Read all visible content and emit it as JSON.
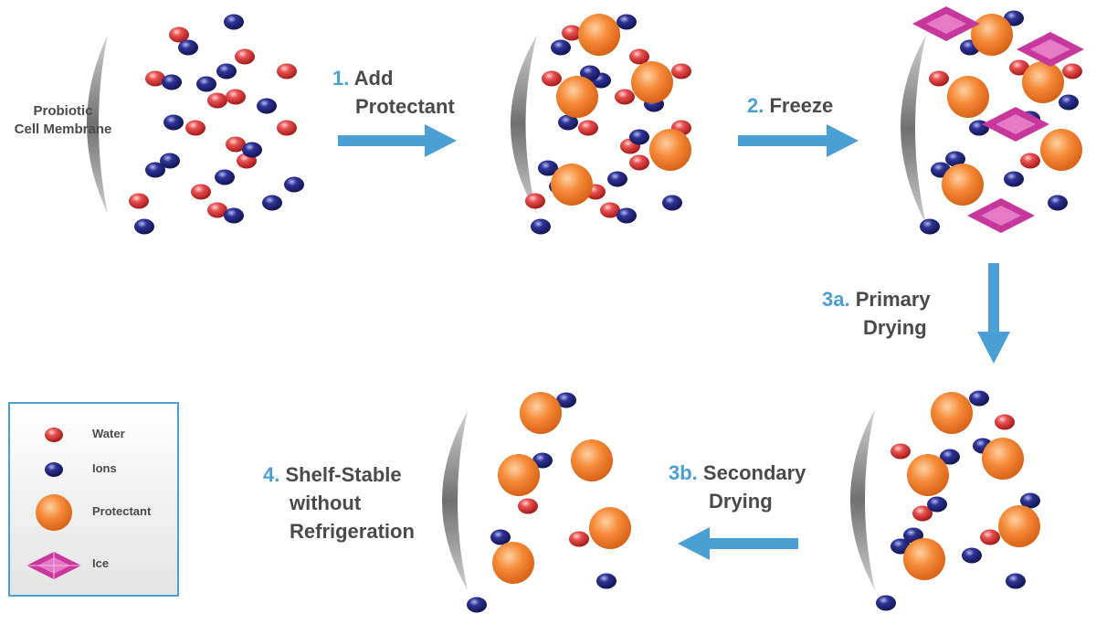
{
  "membrane_label": [
    "Probiotic",
    "Cell Membrane"
  ],
  "steps": [
    {
      "number": "1.",
      "lines": [
        "Add",
        "Protectant"
      ]
    },
    {
      "number": "2.",
      "lines": [
        "Freeze"
      ]
    },
    {
      "number": "3a.",
      "lines": [
        "Primary",
        "Drying"
      ]
    },
    {
      "number": "3b.",
      "lines": [
        "Secondary",
        "Drying"
      ]
    },
    {
      "number": "4.",
      "lines": [
        "Shelf-Stable",
        "without",
        "Refrigeration"
      ]
    }
  ],
  "legend": {
    "items": [
      {
        "label": "Water",
        "icon": "water-molecule-icon"
      },
      {
        "label": "Ions",
        "icon": "ion-icon"
      },
      {
        "label": "Protectant",
        "icon": "protectant-icon"
      },
      {
        "label": "Ice",
        "icon": "ice-crystal-icon"
      }
    ]
  },
  "colors": {
    "water": "#d93a3a",
    "ion": "#2b2f8f",
    "protectant": "#f07b2c",
    "ice": "#c8389c",
    "arrow": "#4a9fd4",
    "step_number": "#4a9fd4",
    "text": "#4a4a4a",
    "membrane": "#8c8c8c"
  }
}
